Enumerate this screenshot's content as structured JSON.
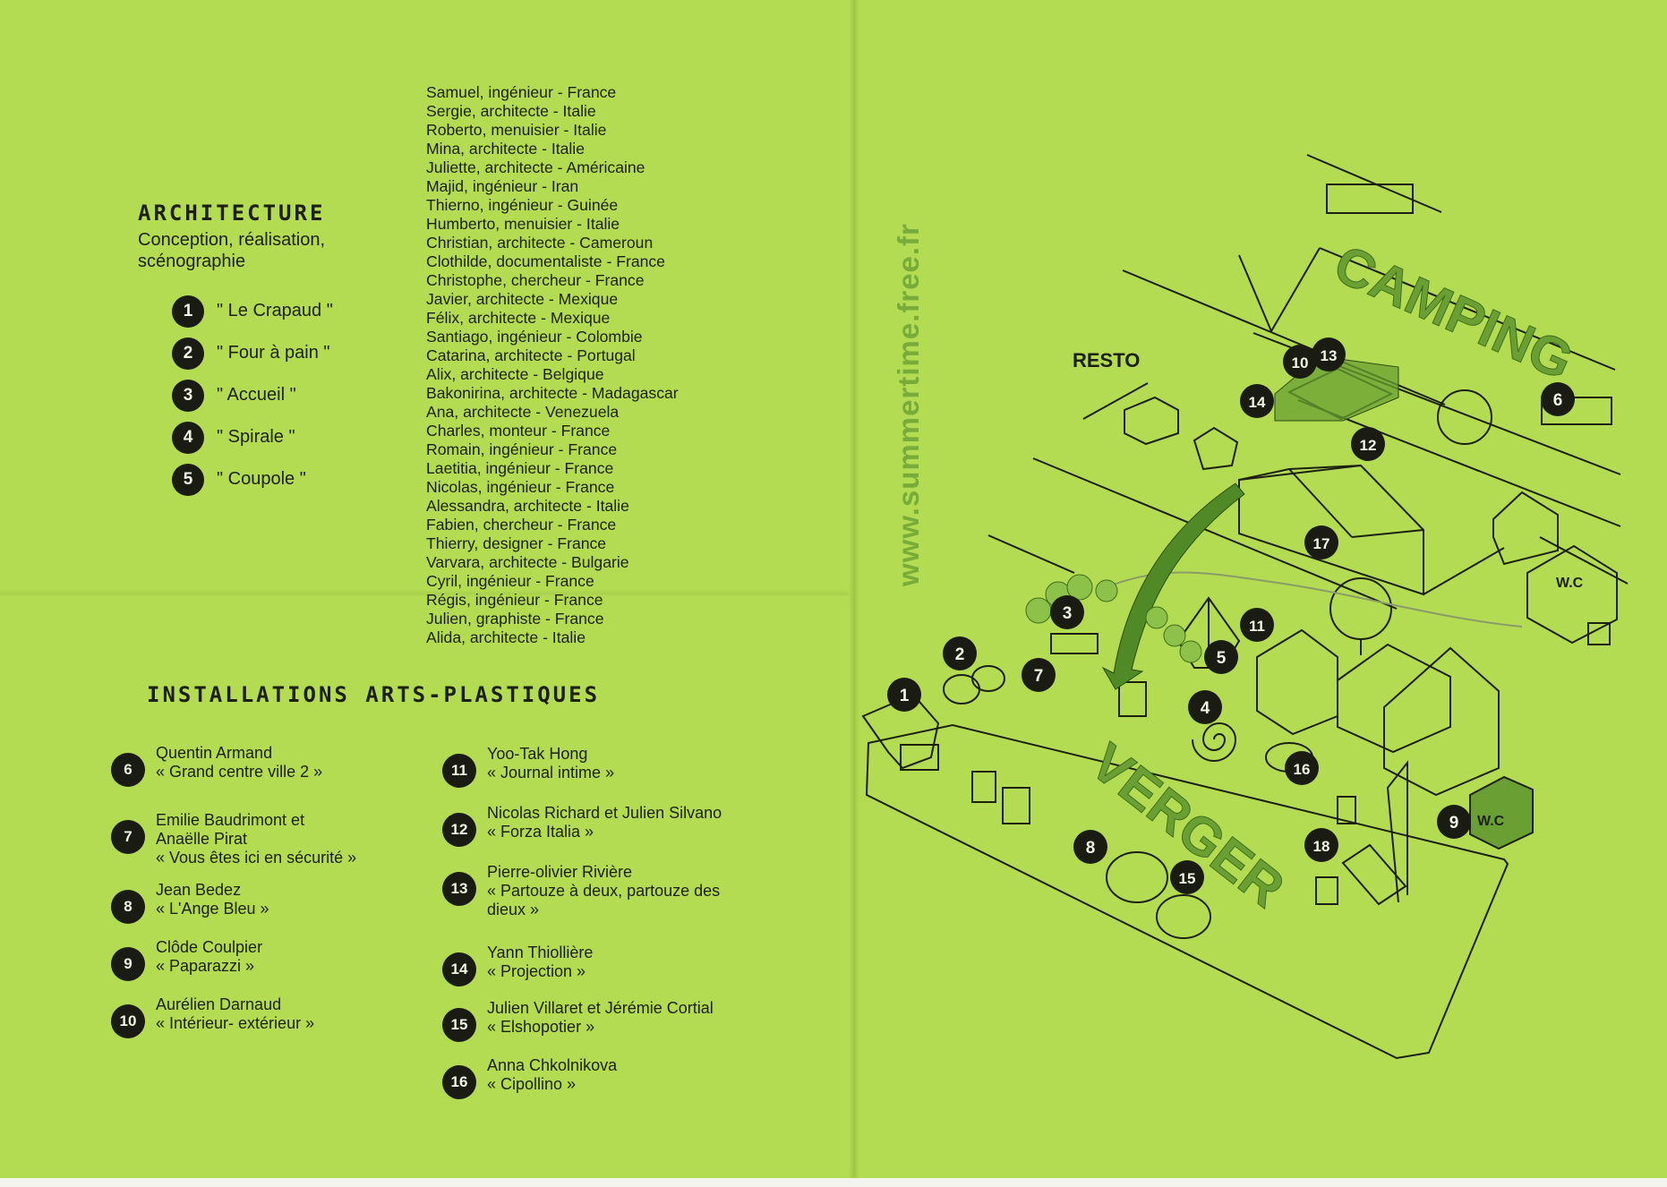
{
  "architecture": {
    "title": "ARCHITECTURE",
    "subtitle": "Conception, réalisation, scénographie",
    "items": [
      {
        "num": "1",
        "label": "\" Le Crapaud \""
      },
      {
        "num": "2",
        "label": "\" Four à pain \""
      },
      {
        "num": "3",
        "label": "\" Accueil \""
      },
      {
        "num": "4",
        "label": "\" Spirale \""
      },
      {
        "num": "5",
        "label": "\" Coupole \""
      }
    ]
  },
  "team": [
    "Samuel, ingénieur - France",
    "Sergie, architecte - Italie",
    "Roberto, menuisier - Italie",
    "Mina, architecte - Italie",
    "Juliette, architecte - Américaine",
    "Majid, ingénieur - Iran",
    "Thierno, ingénieur - Guinée",
    "Humberto, menuisier - Italie",
    "Christian, architecte - Cameroun",
    "Clothilde, documentaliste - France",
    "Christophe, chercheur - France",
    "Javier, architecte - Mexique",
    "Félix, architecte - Mexique",
    "Santiago, ingénieur - Colombie",
    "Catarina, architecte - Portugal",
    "Alix, architecte - Belgique",
    "Bakonirina, architecte - Madagascar",
    "Ana,  architecte - Venezuela",
    "Charles, monteur - France",
    "Romain, ingénieur  - France",
    "Laetitia, ingénieur - France",
    "Nicolas, ingénieur - France",
    "Alessandra, architecte - Italie",
    "Fabien, chercheur - France",
    "Thierry, designer - France",
    "Varvara, architecte - Bulgarie",
    "Cyril, ingénieur - France",
    "Régis, ingénieur - France",
    "Julien, graphiste - France",
    "Alida, architecte - Italie"
  ],
  "installations": {
    "title": "INSTALLATIONS ARTS-PLASTIQUES",
    "left": [
      {
        "num": "6",
        "lines": [
          "Quentin Armand",
          "« Grand centre ville 2 »"
        ]
      },
      {
        "num": "7",
        "lines": [
          "Emilie Baudrimont et",
          "Anaëlle Pirat",
          "« Vous êtes ici en sécurité »"
        ]
      },
      {
        "num": "8",
        "lines": [
          "Jean Bedez",
          "« L'Ange Bleu »"
        ]
      },
      {
        "num": "9",
        "lines": [
          "Clôde Coulpier",
          "« Paparazzi »"
        ]
      },
      {
        "num": "10",
        "lines": [
          "Aurélien Darnaud",
          "« Intérieur- extérieur »"
        ]
      }
    ],
    "right": [
      {
        "num": "11",
        "lines": [
          "Yoo-Tak Hong",
          "« Journal intime »"
        ]
      },
      {
        "num": "12",
        "lines": [
          "Nicolas Richard et Julien Silvano",
          "« Forza Italia »"
        ]
      },
      {
        "num": "13",
        "lines": [
          "Pierre-olivier Rivière",
          "« Partouze à deux, partouze des",
          "dieux »"
        ]
      },
      {
        "num": "14",
        "lines": [
          "Yann Thiollière",
          "« Projection »"
        ]
      },
      {
        "num": "15",
        "lines": [
          "Julien Villaret et Jérémie Cortial",
          "« Elshopotier »"
        ]
      },
      {
        "num": "16",
        "lines": [
          "Anna Chkolnikova",
          "« Cipollino »"
        ]
      }
    ]
  },
  "map": {
    "website": "www.summertime.free.fr",
    "camping": "CAMPING",
    "verger": "VERGER",
    "resto": "RESTO",
    "wc": "W.C",
    "markers": [
      "1",
      "2",
      "3",
      "4",
      "5",
      "6",
      "7",
      "8",
      "9",
      "10",
      "11",
      "12",
      "13",
      "14",
      "15",
      "16",
      "17",
      "18"
    ]
  }
}
